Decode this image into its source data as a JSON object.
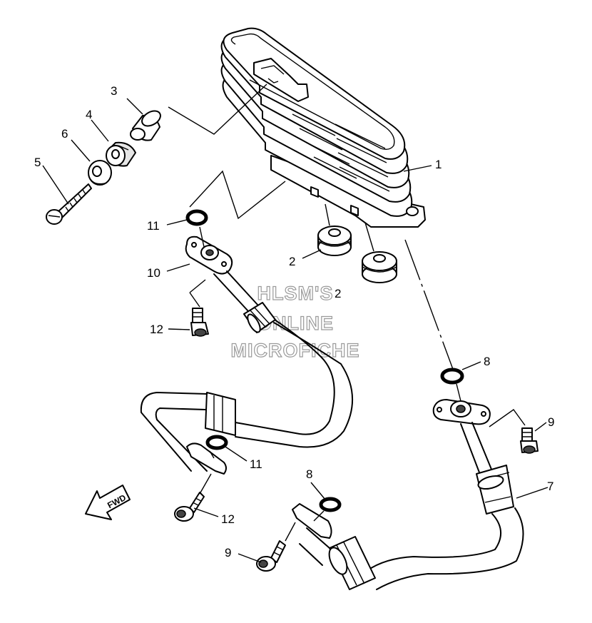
{
  "watermark": {
    "line1": "HLSM'S",
    "line2": "ONLINE",
    "line3": "MICROFICHE"
  },
  "direction_arrow": {
    "label": "FWD",
    "icon": "forward-arrow-icon"
  },
  "callouts": {
    "c1": "1",
    "c2a": "2",
    "c2b": "2",
    "c3": "3",
    "c4": "4",
    "c5": "5",
    "c6": "6",
    "c7": "7",
    "c8a": "8",
    "c8b": "8",
    "c9a": "9",
    "c9b": "9",
    "c10": "10",
    "c11a": "11",
    "c11b": "11",
    "c12a": "12",
    "c12b": "12"
  }
}
